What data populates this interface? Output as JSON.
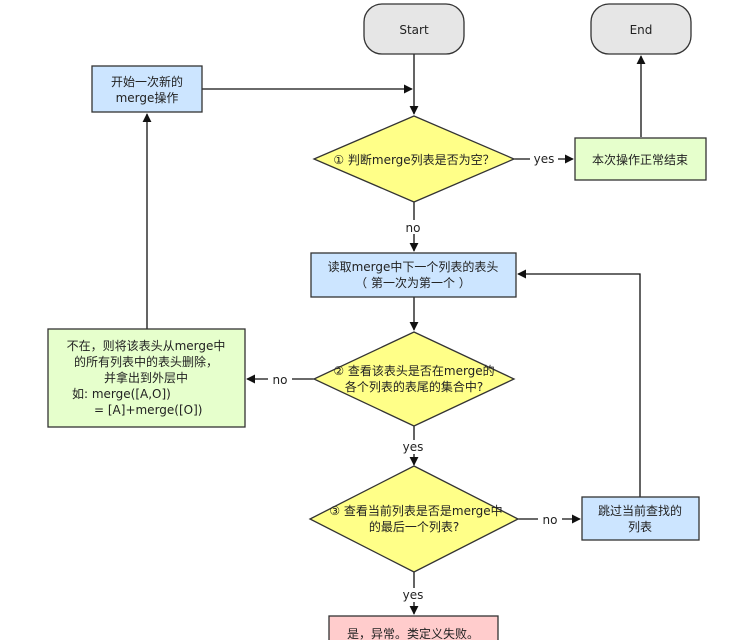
{
  "colors": {
    "terminal_fill": "#e6e6e6",
    "process_fill": "#cce5ff",
    "decision_fill": "#ffff88",
    "ok_fill": "#e6ffcc",
    "error_fill": "#ffcccc",
    "stroke": "#333333"
  },
  "nodes": {
    "start": {
      "label": "Start"
    },
    "end": {
      "label": "End"
    },
    "new_merge": {
      "lines": [
        "开始一次新的",
        "merge操作"
      ]
    },
    "decision1": {
      "lines": [
        "① 判断merge列表是否为空？"
      ]
    },
    "finish": {
      "lines": [
        "本次操作正常结束"
      ]
    },
    "read_head": {
      "lines": [
        "读取merge中下一个列表的表头",
        "（ 第一次为第一个 ）"
      ]
    },
    "decision2": {
      "lines": [
        "② 查看该表头是否在merge的",
        "各个列表的表尾的集合中?"
      ]
    },
    "remove_head": {
      "lines": [
        "不在，则将该表头从merge中",
        "的所有列表中的表头删除，",
        "并拿出到外层中",
        "如:  merge([A,O])",
        "= [A]+merge([O])"
      ]
    },
    "decision3": {
      "lines": [
        "③ 查看当前列表是否是merge中",
        "的最后一个列表?"
      ]
    },
    "skip": {
      "lines": [
        "跳过当前查找的",
        "列表"
      ]
    },
    "error": {
      "lines": [
        "是，异常。类定义失败。"
      ]
    }
  },
  "edges": {
    "d1_yes": "yes",
    "d1_no": "no",
    "d2_no": "no",
    "d2_yes": "yes",
    "d3_no": "no",
    "d3_yes": "yes"
  }
}
